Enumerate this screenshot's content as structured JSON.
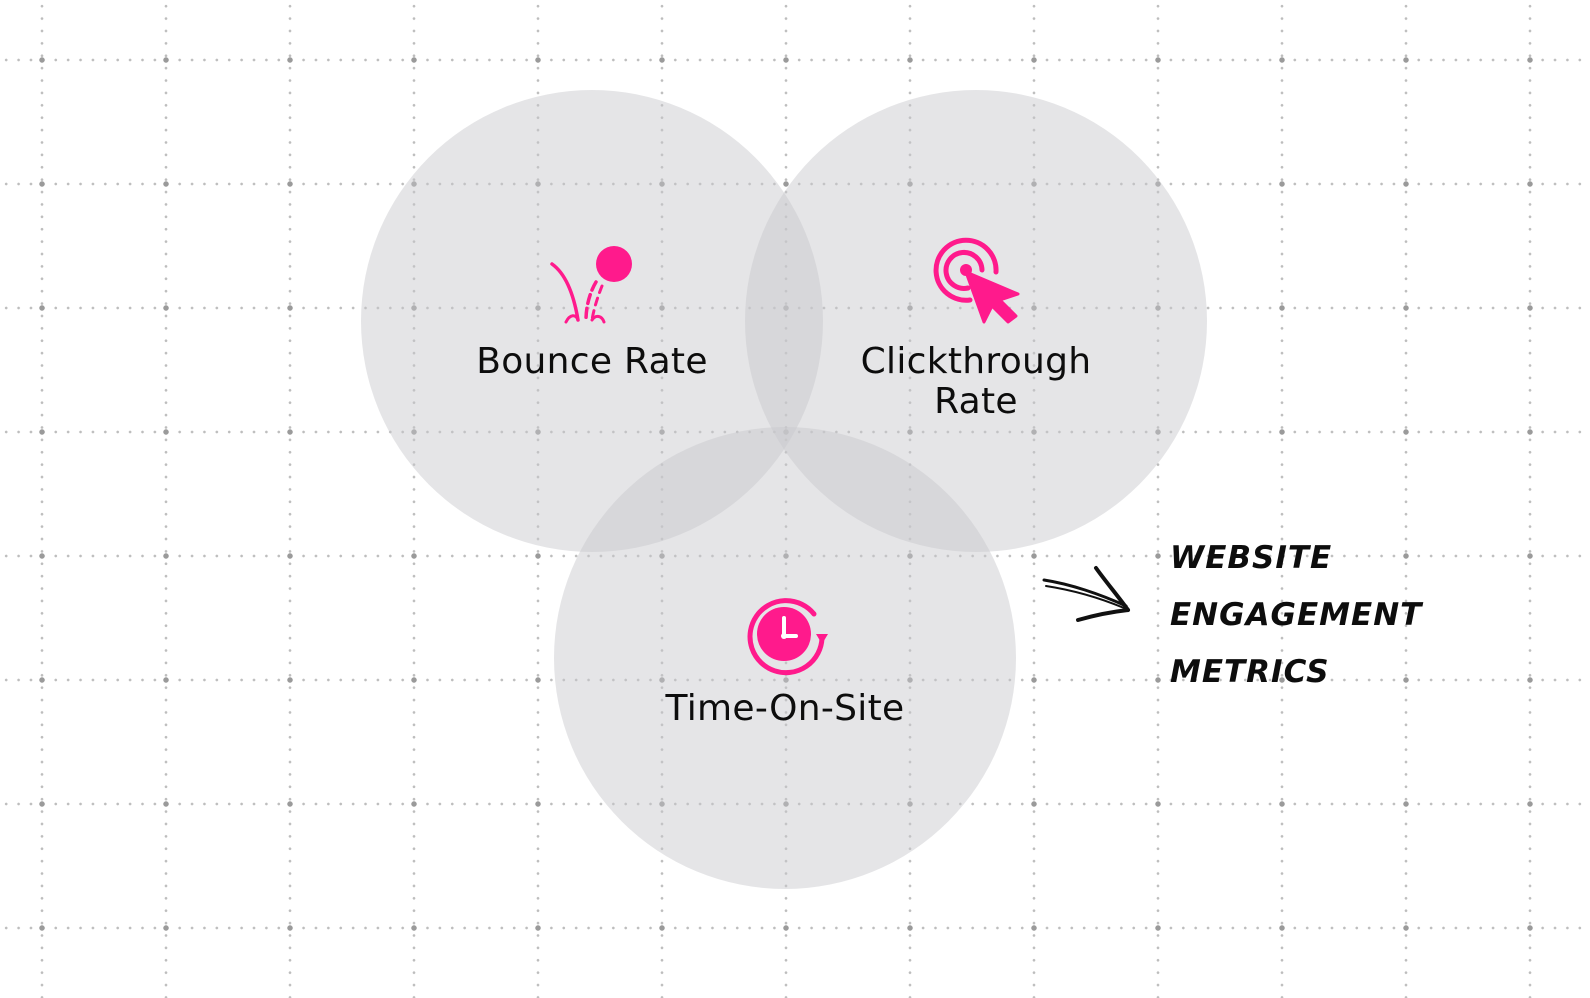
{
  "diagram": {
    "type": "venn",
    "sets": [
      {
        "label_lines": [
          "Bounce Rate"
        ],
        "icon": "bounce-ball-icon"
      },
      {
        "label_lines": [
          "Clickthrough",
          "Rate"
        ],
        "icon": "cursor-click-icon"
      },
      {
        "label_lines": [
          "Time-On-Site"
        ],
        "icon": "clock-refresh-icon"
      }
    ],
    "annotation": {
      "lines": [
        "WEBSITE",
        "ENGAGEMENT",
        "METRICS"
      ],
      "arrow_icon": "hand-drawn-arrow-icon"
    }
  },
  "colors": {
    "accent": "#ff1a8c",
    "circle_fill": "#c8c8cc",
    "text": "#0d0d0d",
    "grid_dot": "#bdbdbd"
  }
}
